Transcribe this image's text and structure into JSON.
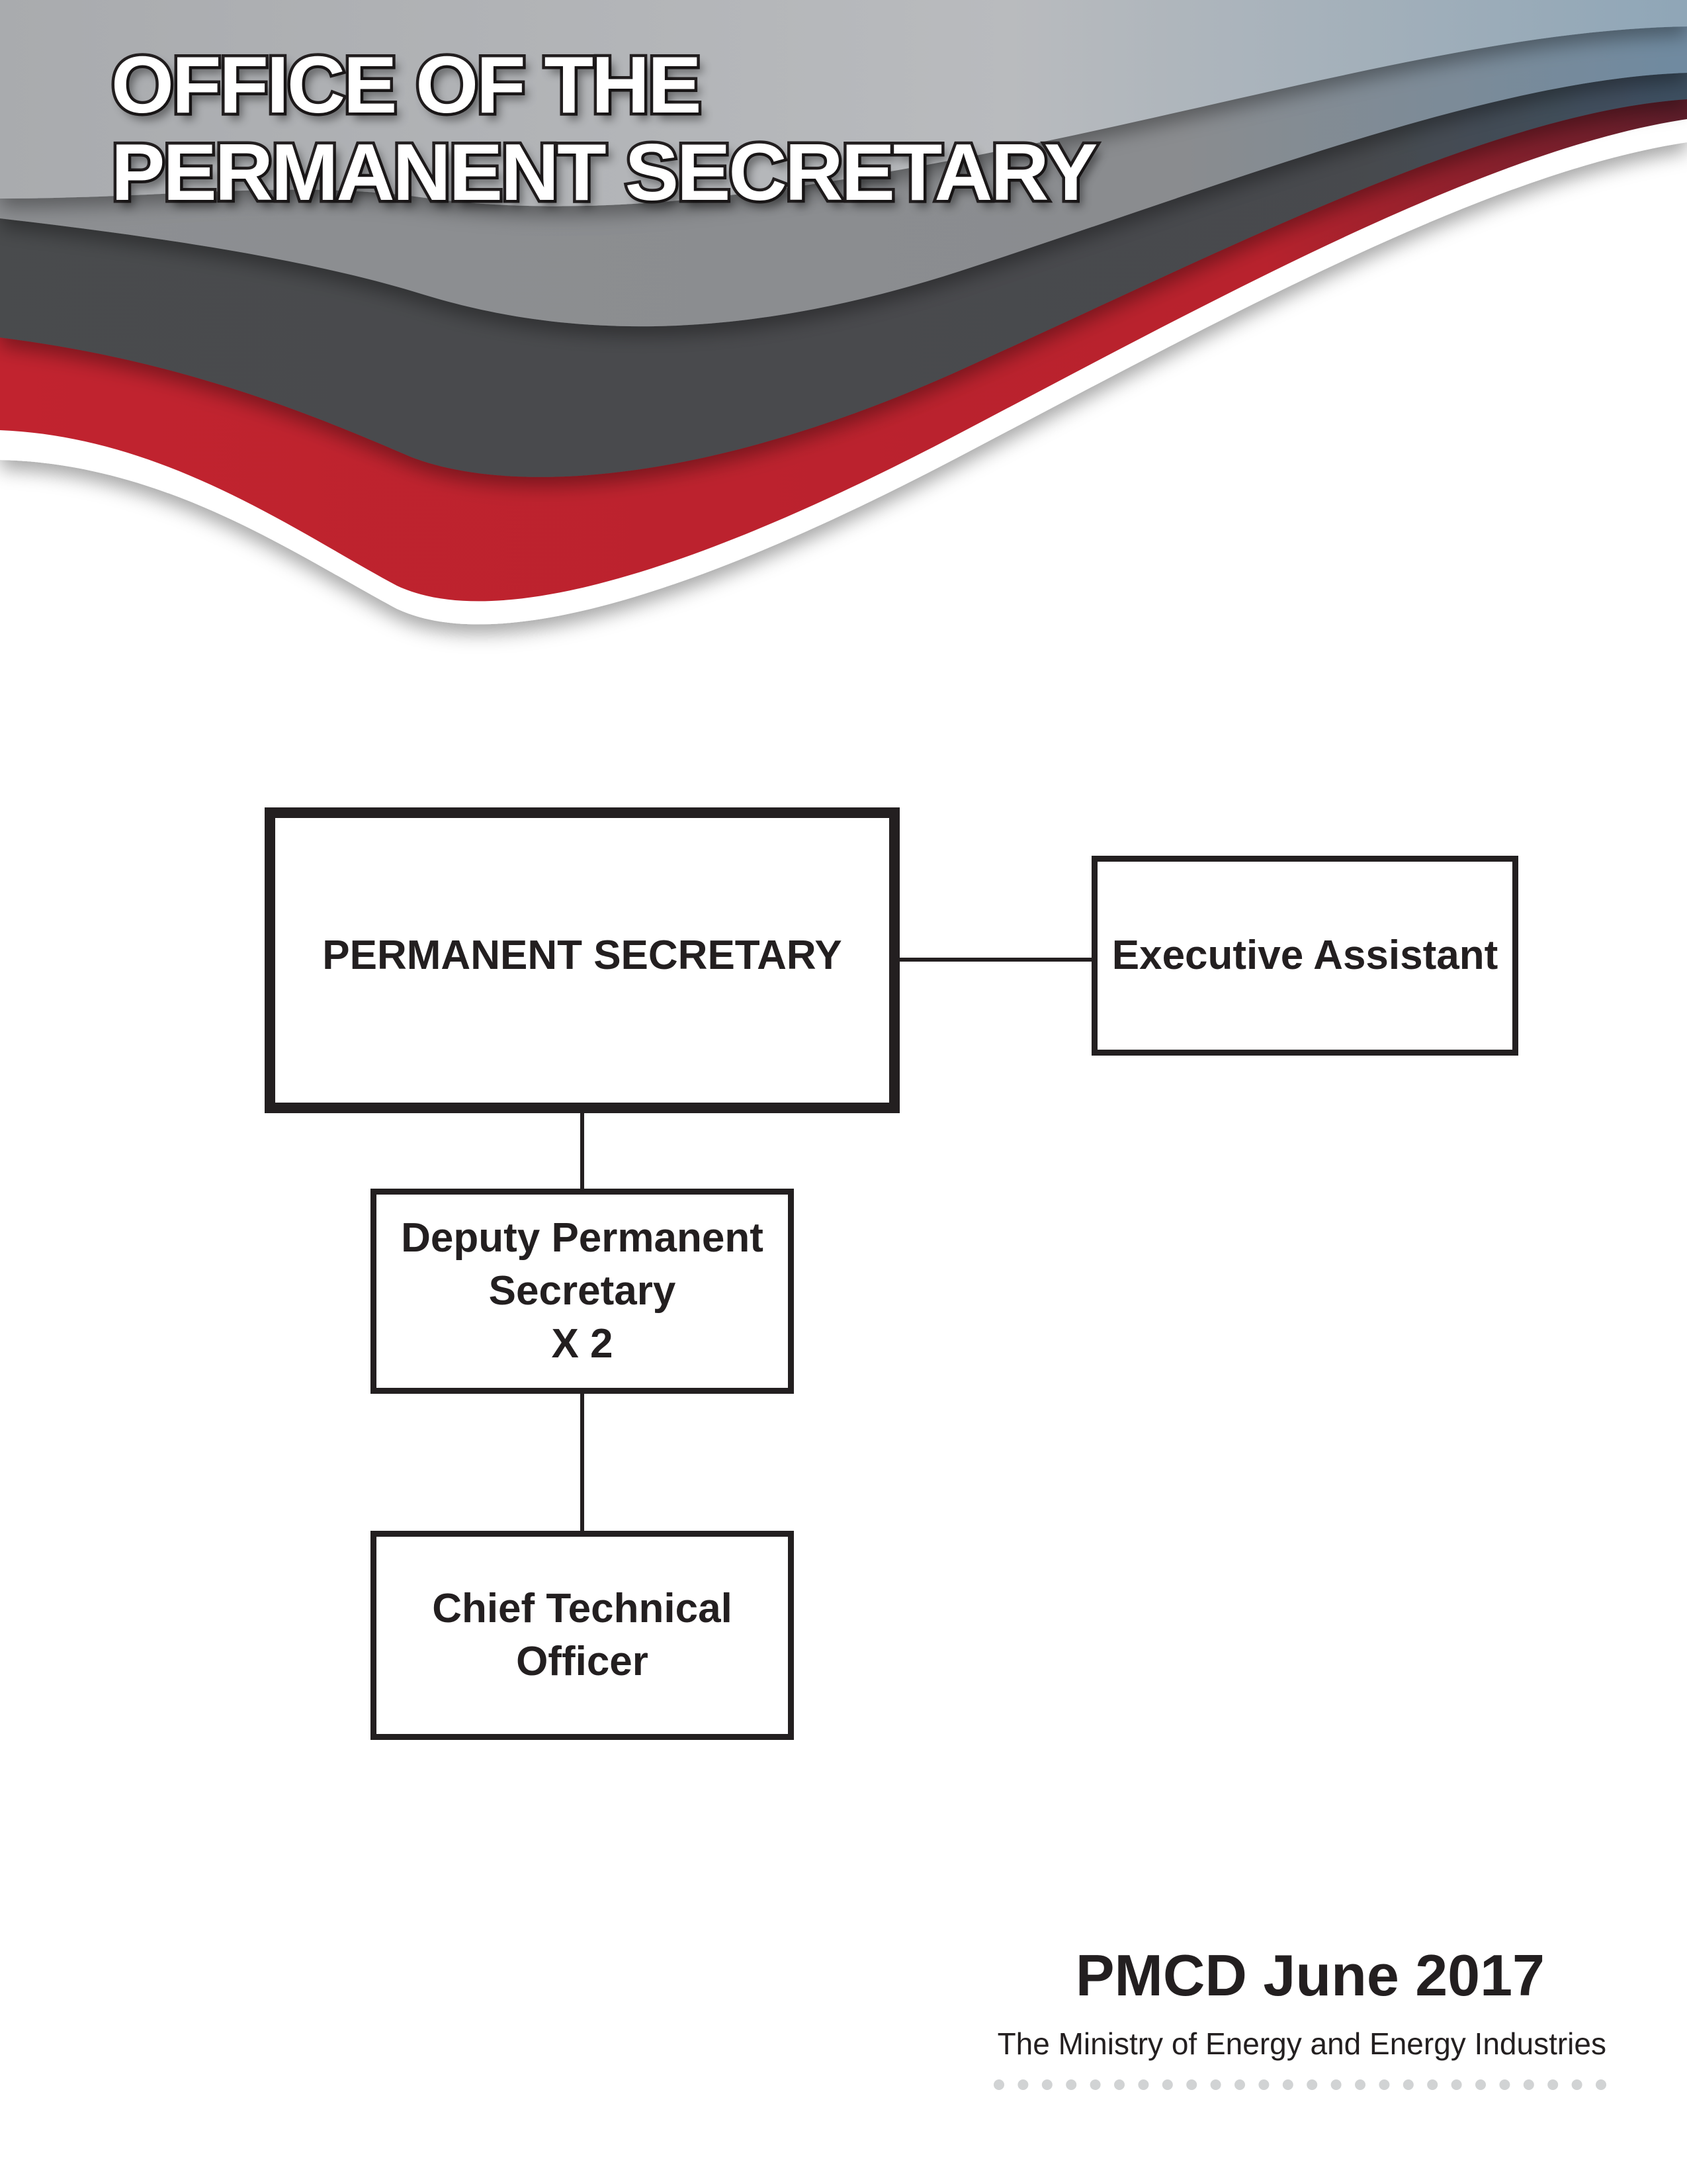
{
  "header": {
    "title_line1": "OFFICE OF THE",
    "title_line2": "PERMANENT SECRETARY"
  },
  "banner": {
    "colors": {
      "light_gray": "#b4b6b9",
      "mid_gray": "#8c8e91",
      "dark_gray": "#4a4b4d",
      "red": "#c1232f",
      "steel_blue": "#6f8aa0"
    }
  },
  "org_chart": {
    "nodes": {
      "permanent_secretary": "PERMANENT SECRETARY",
      "executive_assistant": "Executive Assistant",
      "deputy_permanent_secretary": [
        "Deputy Permanent",
        "Secretary",
        "X 2"
      ],
      "chief_technical_officer": [
        "Chief Technical",
        "Officer"
      ]
    },
    "edges": [
      [
        "permanent_secretary",
        "executive_assistant"
      ],
      [
        "permanent_secretary",
        "deputy_permanent_secretary"
      ],
      [
        "deputy_permanent_secretary",
        "chief_technical_officer"
      ]
    ]
  },
  "footer": {
    "title": "PMCD June 2017",
    "subtitle": "The Ministry of Energy and Energy Industries"
  }
}
